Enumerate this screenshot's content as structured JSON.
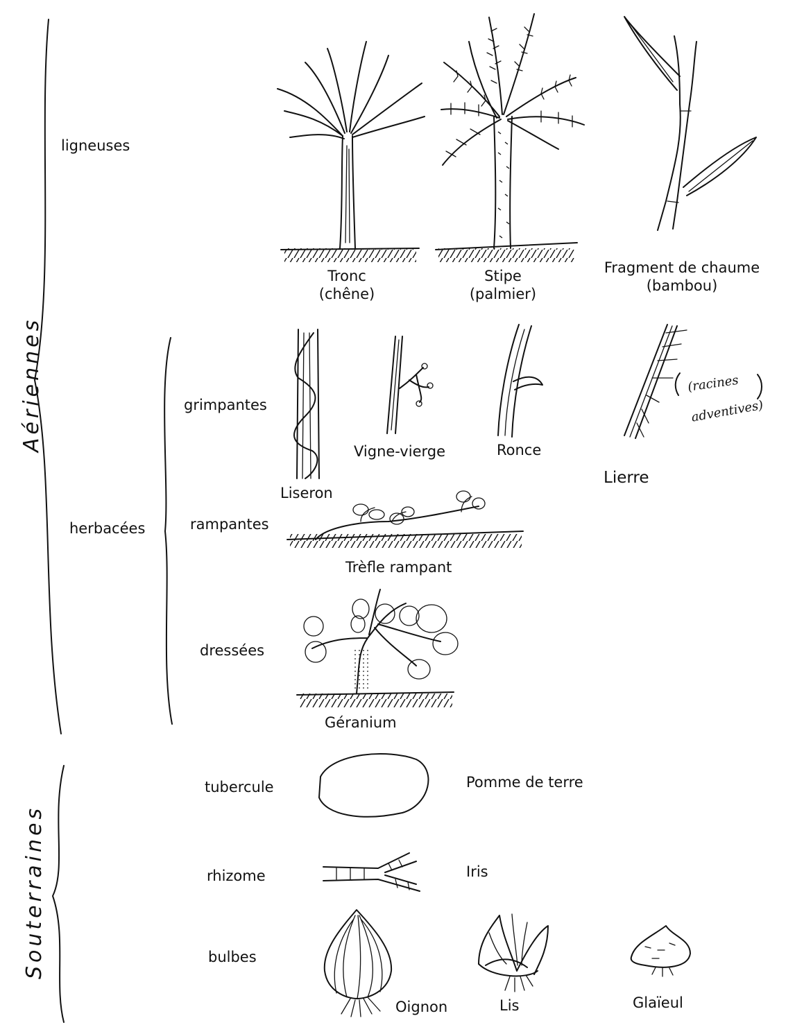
{
  "groups": {
    "aeriennes": "Aériennes",
    "souterraines": "Souterraines"
  },
  "categories": {
    "ligneuses": "ligneuses",
    "herbacees": "herbacées"
  },
  "subtypes": {
    "grimpantes": "grimpantes",
    "rampantes": "rampantes",
    "dressees": "dressées",
    "tubercule": "tubercule",
    "rhizome": "rhizome",
    "bulbes": "bulbes"
  },
  "examples": {
    "tronc": [
      "Tronc",
      "(chêne)"
    ],
    "stipe": [
      "Stipe",
      "(palmier)"
    ],
    "chaume": [
      "Fragment de chaume",
      "(bambou)"
    ],
    "liseron": "Liseron",
    "vigne": "Vigne-vierge",
    "ronce": "Ronce",
    "lierre": "Lierre",
    "racines": [
      "(racines",
      "adventives)"
    ],
    "trefle": "Trèfle rampant",
    "geranium": "Géranium",
    "pomme": "Pomme de terre",
    "iris": "Iris",
    "oignon": "Oignon",
    "lis": "Lis",
    "glaieul": "Glaïeul"
  }
}
